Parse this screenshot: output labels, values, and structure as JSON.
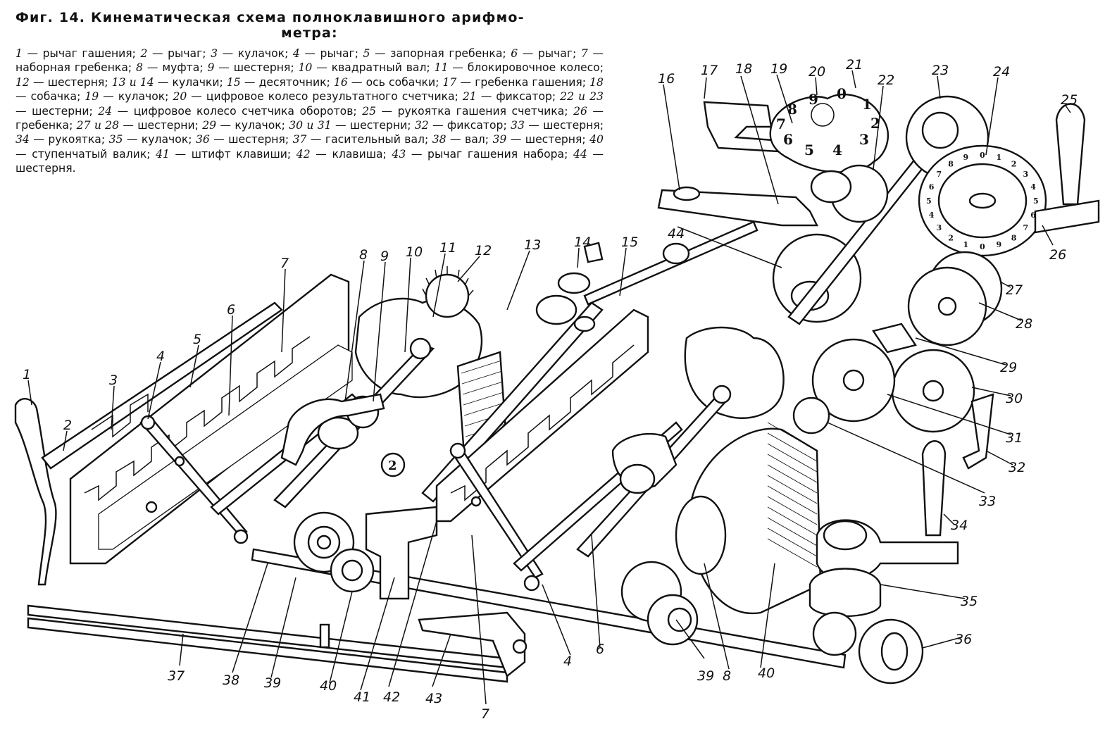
{
  "title_line1": "Фиг. 14. Кинематическая схема полноклавишного арифмо-",
  "title_line2": "метра:",
  "legend": [
    {
      "n": "1",
      "text": "рычаг гашения;"
    },
    {
      "n": "2",
      "text": "рычаг;"
    },
    {
      "n": "3",
      "text": "кулачок;"
    },
    {
      "n": "4",
      "text": "рычаг;"
    },
    {
      "n": "5",
      "text": "запорная гребенка;"
    },
    {
      "n": "6",
      "text": "рычаг;"
    },
    {
      "n": "7",
      "text": "наборная гребенка;"
    },
    {
      "n": "8",
      "text": "муфта;"
    },
    {
      "n": "9",
      "text": "шестерня;"
    },
    {
      "n": "10",
      "text": "квадратный вал;"
    },
    {
      "n": "11",
      "text": "блокировочное колесо;"
    },
    {
      "n": "12",
      "text": "шестерня;"
    },
    {
      "n": "13 и 14",
      "text": "кулачки;"
    },
    {
      "n": "15",
      "text": "десяточник;"
    },
    {
      "n": "16",
      "text": "ось собачки;"
    },
    {
      "n": "17",
      "text": "гребенка гашения;"
    },
    {
      "n": "18",
      "text": "собачка;"
    },
    {
      "n": "19",
      "text": "кулачок;"
    },
    {
      "n": "20",
      "text": "цифровое колесо результатного счетчика;"
    },
    {
      "n": "21",
      "text": "фиксатор;"
    },
    {
      "n": "22 и 23",
      "text": "шестерни;"
    },
    {
      "n": "24",
      "text": "цифровое колесо счетчика оборотов;"
    },
    {
      "n": "25",
      "text": "рукоятка гашения счетчика;"
    },
    {
      "n": "26",
      "text": "гребенка;"
    },
    {
      "n": "27 и 28",
      "text": "шестерни;"
    },
    {
      "n": "29",
      "text": "кулачок;"
    },
    {
      "n": "30 и 31",
      "text": "шестерни;"
    },
    {
      "n": "32",
      "text": "фиксатор;"
    },
    {
      "n": "33",
      "text": "шестерня;"
    },
    {
      "n": "34",
      "text": "рукоятка;"
    },
    {
      "n": "35",
      "text": "кулачок;"
    },
    {
      "n": "36",
      "text": "шестерня;"
    },
    {
      "n": "37",
      "text": "гасительный вал;"
    },
    {
      "n": "38",
      "text": "вал;"
    },
    {
      "n": "39",
      "text": "шестерня;"
    },
    {
      "n": "40",
      "text": "ступенчатый валик;"
    },
    {
      "n": "41",
      "text": "штифт клавиши;"
    },
    {
      "n": "42",
      "text": "клавиша;"
    },
    {
      "n": "43",
      "text": "рычаг гашения набора;"
    },
    {
      "n": "44",
      "text": "шестерня."
    }
  ],
  "callouts": [
    "1",
    "2",
    "3",
    "4",
    "5",
    "6",
    "7",
    "8",
    "9",
    "10",
    "11",
    "12",
    "13",
    "14",
    "15",
    "16",
    "17",
    "18",
    "19",
    "20",
    "21",
    "22",
    "23",
    "24",
    "25",
    "26",
    "27",
    "28",
    "29",
    "30",
    "31",
    "32",
    "33",
    "34",
    "35",
    "36",
    "37",
    "38",
    "39",
    "40",
    "41",
    "42",
    "43",
    "44",
    "4",
    "6",
    "7",
    "8",
    "39",
    "40"
  ],
  "dial_digits_result": [
    "0",
    "1",
    "2",
    "3",
    "4",
    "5",
    "6",
    "7",
    "8",
    "9"
  ],
  "dial_digits_revolutions": [
    "0",
    "1",
    "2",
    "3",
    "4",
    "5",
    "6",
    "7",
    "8",
    "9",
    "0",
    "1",
    "2",
    "3",
    "4",
    "5",
    "6",
    "7",
    "8",
    "9"
  ]
}
